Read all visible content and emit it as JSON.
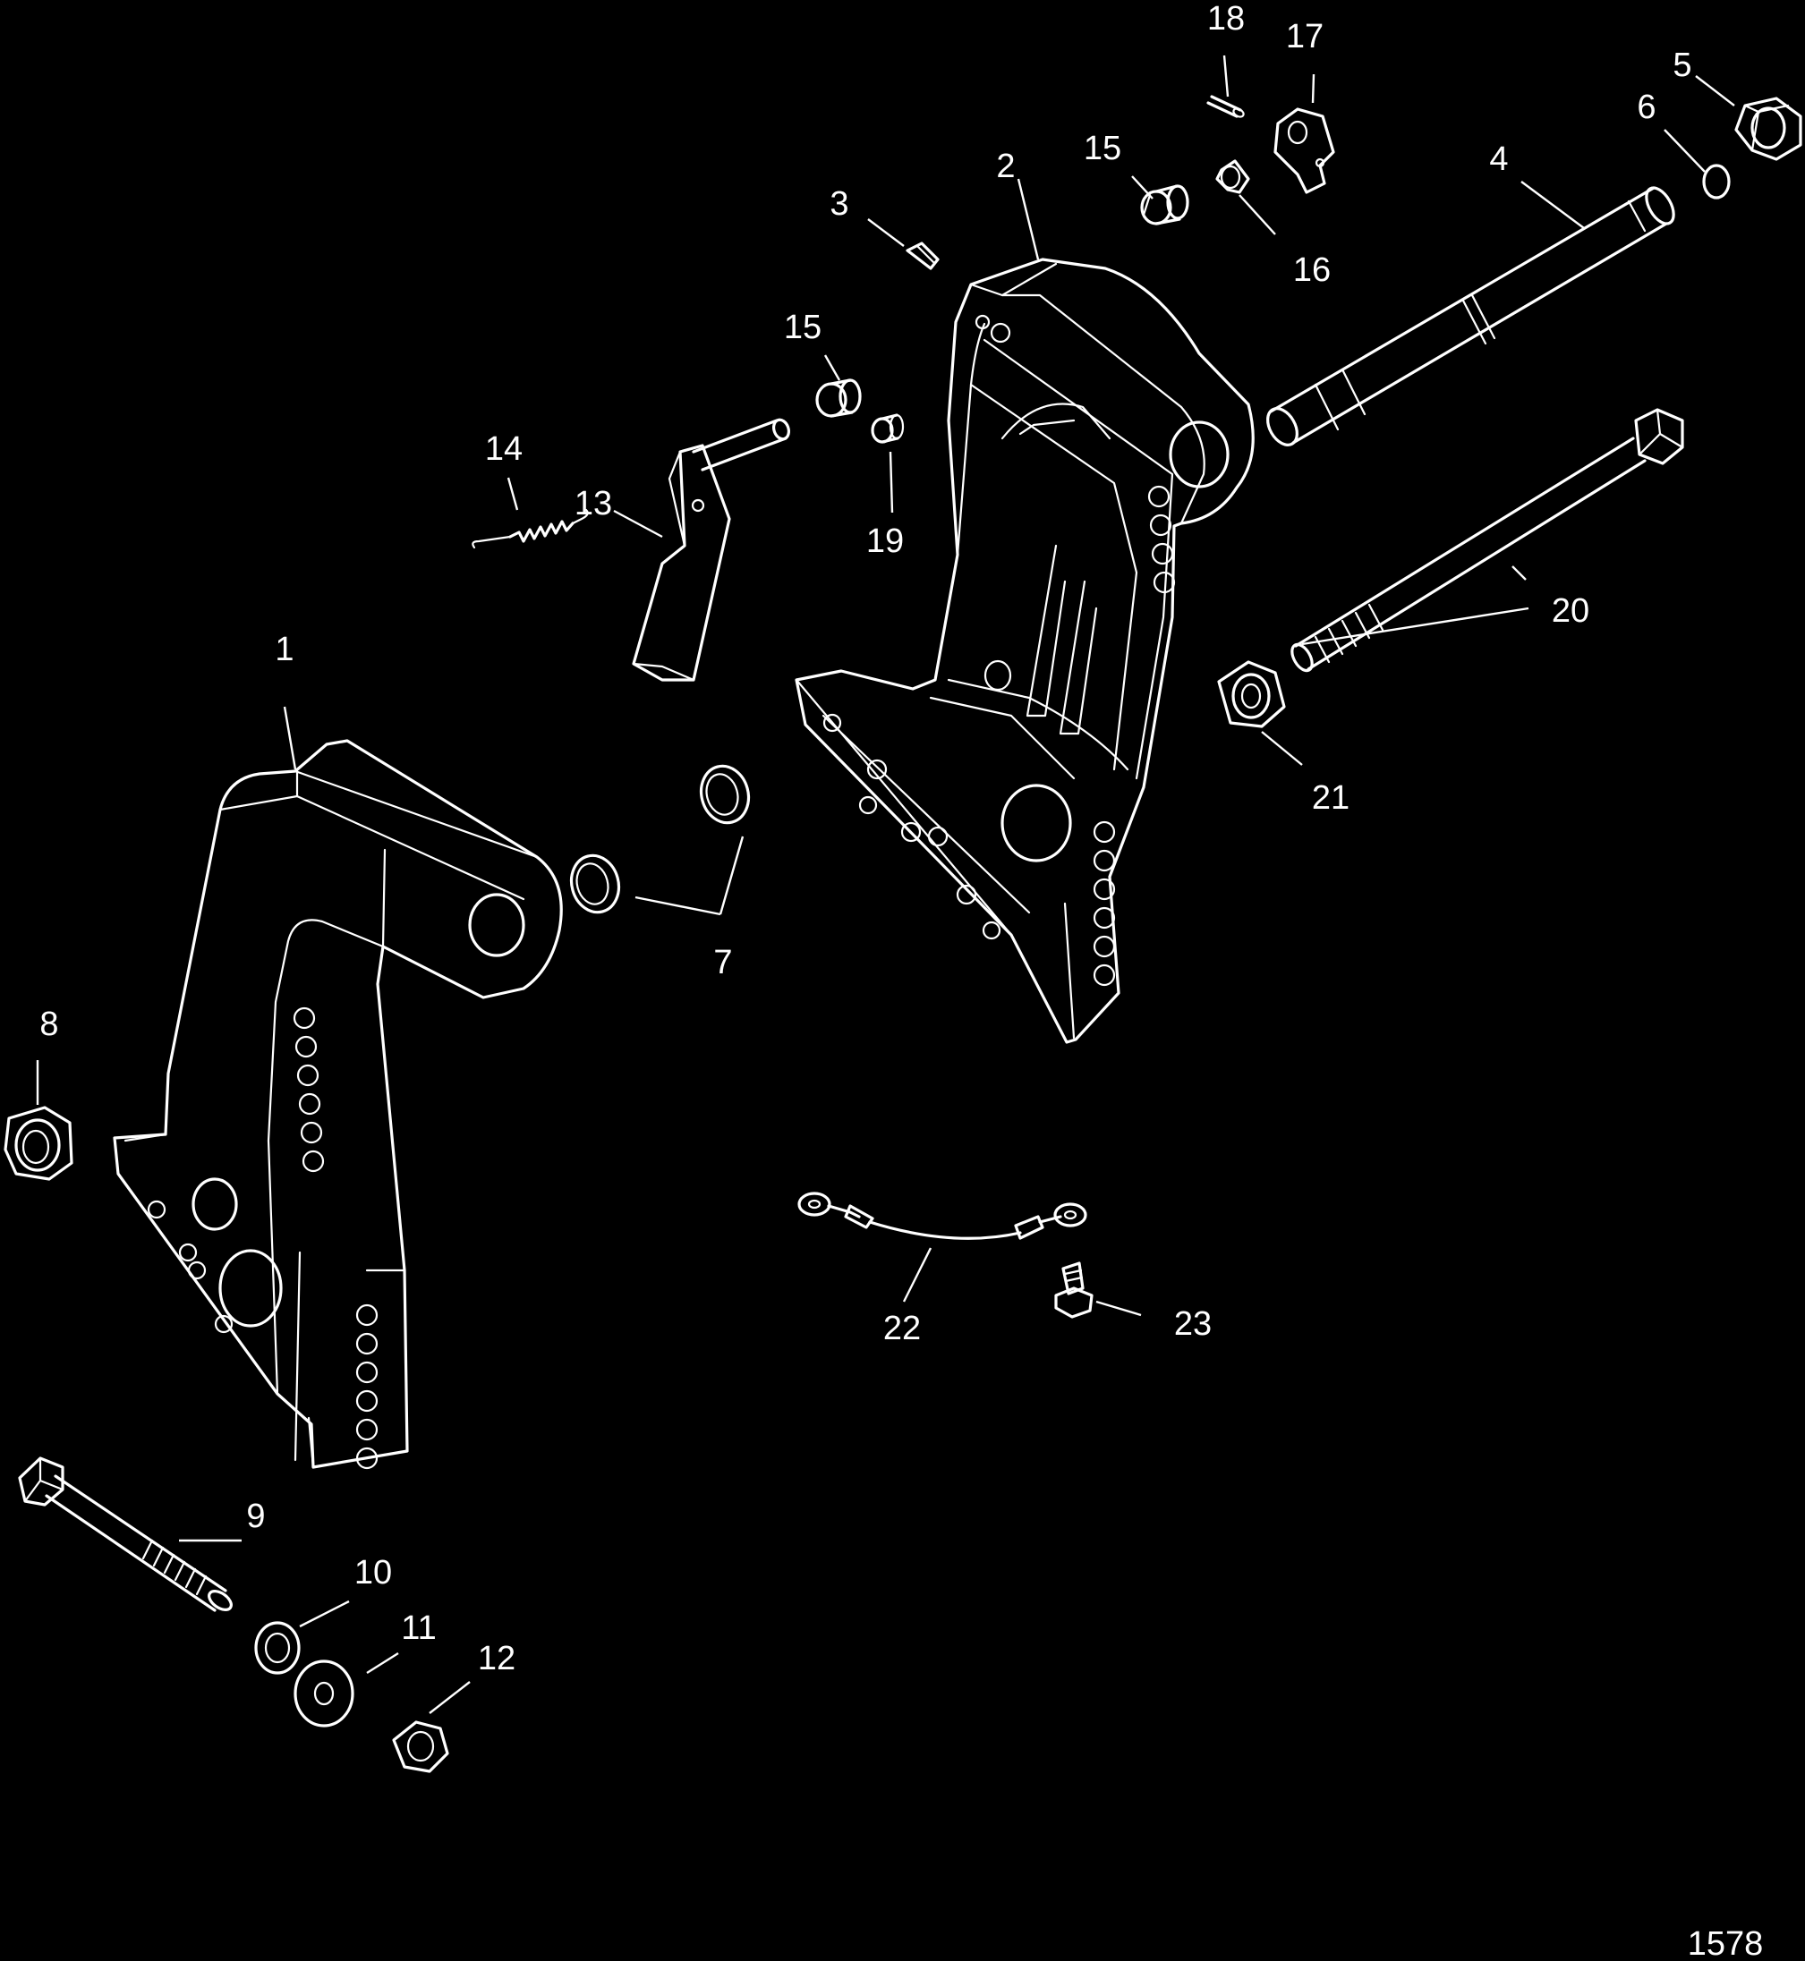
{
  "figure_id": "1578",
  "callouts": [
    {
      "id": "c1",
      "num": "1"
    },
    {
      "id": "c2",
      "num": "2"
    },
    {
      "id": "c3",
      "num": "3"
    },
    {
      "id": "c4",
      "num": "4"
    },
    {
      "id": "c5",
      "num": "5"
    },
    {
      "id": "c6",
      "num": "6"
    },
    {
      "id": "c7",
      "num": "7"
    },
    {
      "id": "c8",
      "num": "8"
    },
    {
      "id": "c9",
      "num": "9"
    },
    {
      "id": "c10",
      "num": "10"
    },
    {
      "id": "c11",
      "num": "11"
    },
    {
      "id": "c12",
      "num": "12"
    },
    {
      "id": "c13",
      "num": "13"
    },
    {
      "id": "c14",
      "num": "14"
    },
    {
      "id": "c15a",
      "num": "15"
    },
    {
      "id": "c15b",
      "num": "15"
    },
    {
      "id": "c16",
      "num": "16"
    },
    {
      "id": "c17",
      "num": "17"
    },
    {
      "id": "c18",
      "num": "18"
    },
    {
      "id": "c19",
      "num": "19"
    },
    {
      "id": "c20",
      "num": "20"
    },
    {
      "id": "c21",
      "num": "21"
    },
    {
      "id": "c22",
      "num": "22"
    },
    {
      "id": "c23",
      "num": "23"
    }
  ]
}
